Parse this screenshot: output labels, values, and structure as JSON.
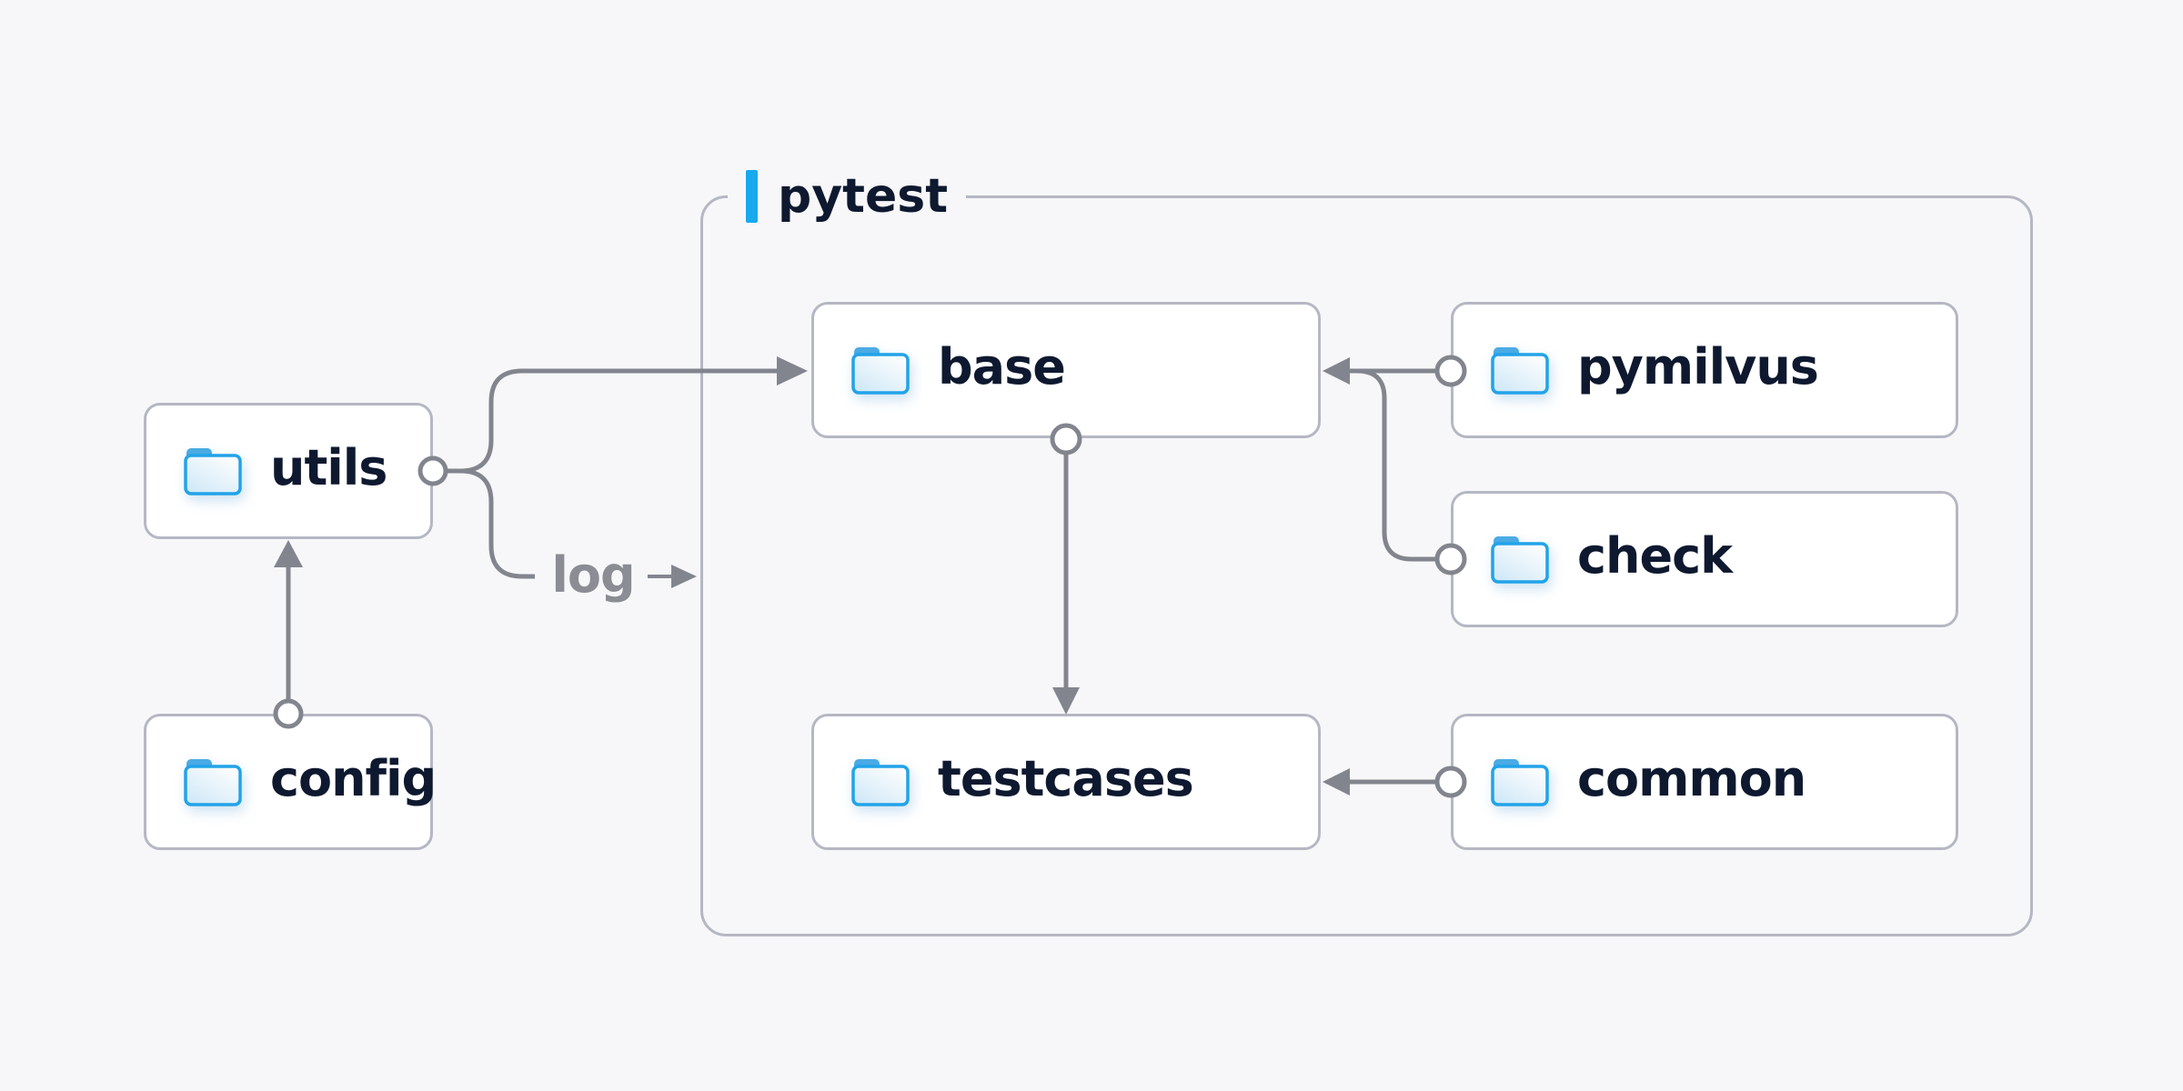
{
  "page": {
    "background": "#f7f7f9"
  },
  "group": {
    "label": "pytest"
  },
  "nodes": {
    "utils": {
      "label": "utils"
    },
    "config": {
      "label": "config"
    },
    "base": {
      "label": "base"
    },
    "pymilvus": {
      "label": "pymilvus"
    },
    "check": {
      "label": "check"
    },
    "testcases": {
      "label": "testcases"
    },
    "common": {
      "label": "common"
    }
  },
  "connections": [
    {
      "from": "config",
      "to": "utils"
    },
    {
      "from": "utils",
      "to": "base"
    },
    {
      "from": "utils",
      "to": "pytest-group",
      "label": "log"
    },
    {
      "from": "base",
      "to": "testcases"
    },
    {
      "from": "pymilvus",
      "to": "base"
    },
    {
      "from": "check",
      "to": "base"
    },
    {
      "from": "common",
      "to": "testcases"
    }
  ],
  "colors": {
    "accent": "#18a8ee",
    "connector": "#83858e",
    "node_border": "#b5b7c3",
    "label_text": "#0e1930",
    "muted_text": "#8b8c94",
    "folder_stroke": "#22a3e9",
    "folder_tab": "#4aabe4",
    "folder_fill_light": "#fdfefe",
    "folder_fill_dark": "#d0e8f7"
  }
}
